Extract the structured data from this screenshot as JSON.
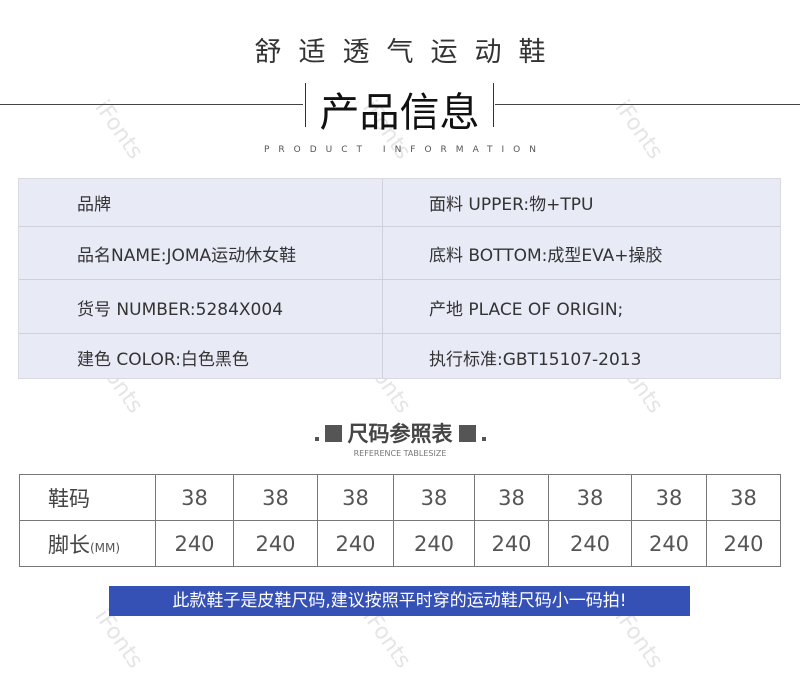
{
  "header": {
    "subtitle": "舒适透气运动鞋",
    "title": "产品信息",
    "title_en": "PRODUCT INFORMATION"
  },
  "info_table": {
    "rows": [
      {
        "left": "品牌",
        "right": "面料 UPPER:物+TPU"
      },
      {
        "left": "品名NAME:JOMA运动休女鞋",
        "right": "底料 BOTTOM:成型EVA+操胶"
      },
      {
        "left": "货号 NUMBER:5284X004",
        "right": "产地 PLACE OF ORIGIN;"
      },
      {
        "left": "建色 COLOR:白色黑色",
        "right": "执行标准:GBT15107-2013"
      }
    ]
  },
  "size_section": {
    "title": "尺码参照表",
    "subtitle": "REFERENCE TABLESIZE"
  },
  "size_table": {
    "row1_label": "鞋码",
    "row2_label": "脚长",
    "row2_unit": "(MM)",
    "sizes": [
      "38",
      "38",
      "38",
      "38",
      "38",
      "38",
      "38",
      "38"
    ],
    "lengths": [
      "240",
      "240",
      "240",
      "240",
      "240",
      "240",
      "240",
      "240"
    ]
  },
  "banner": {
    "text": "此款鞋子是皮鞋尺码,建议按照平时穿的运动鞋尺码小一码拍!",
    "color": "#3551b5"
  },
  "watermark": {
    "text": "iFonts"
  }
}
